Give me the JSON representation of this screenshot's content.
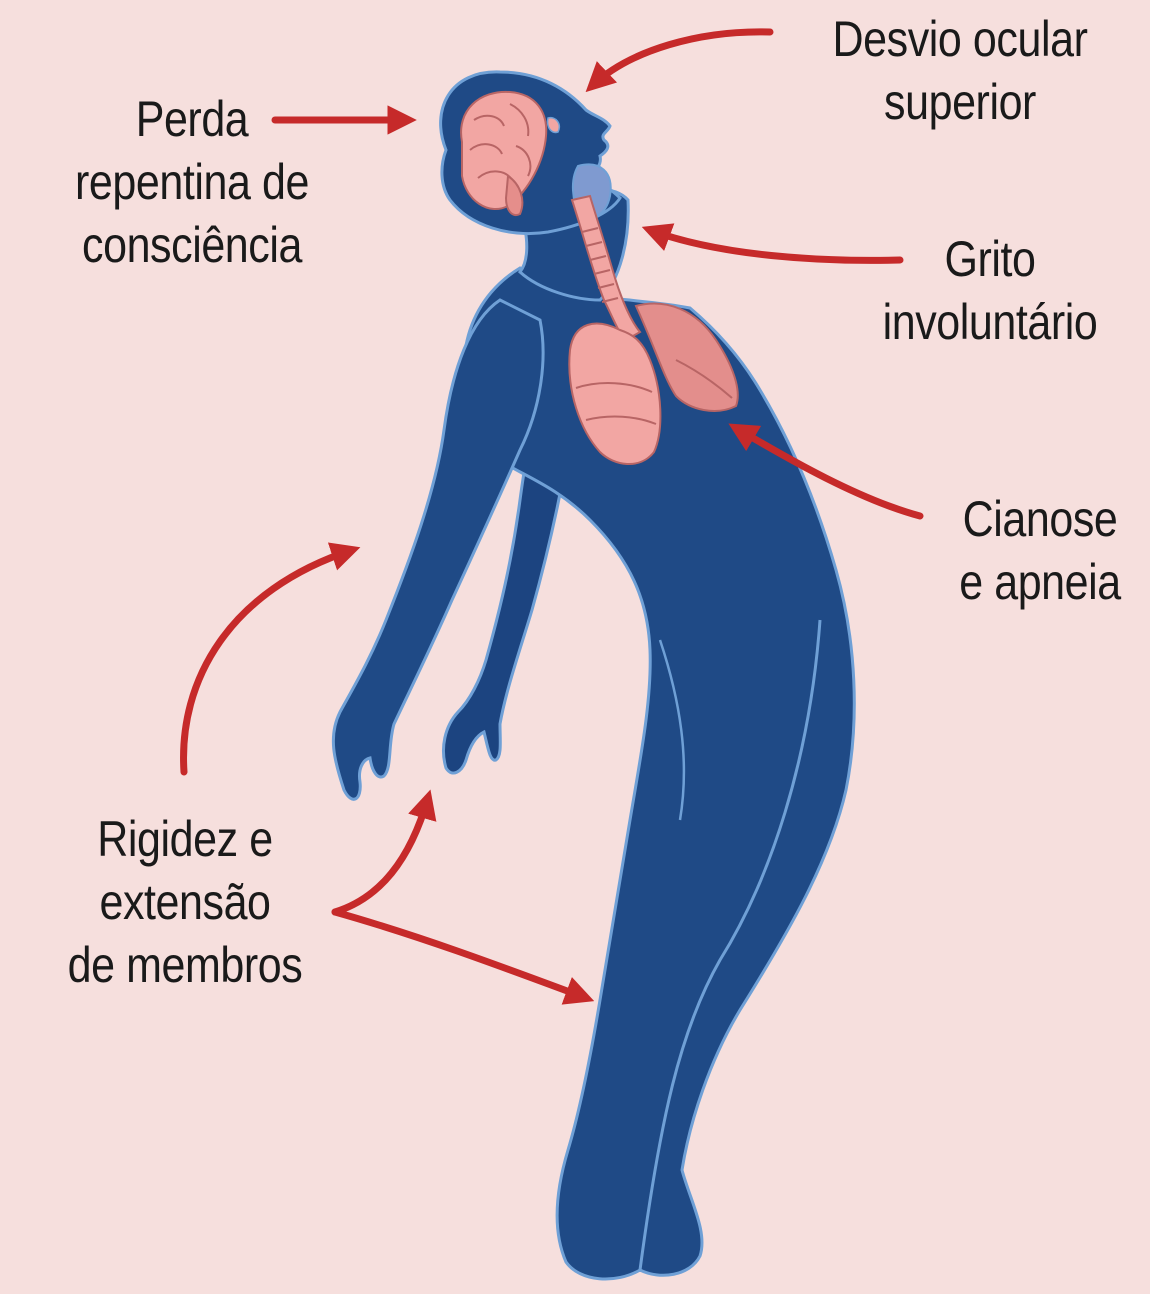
{
  "labels": {
    "perda": [
      "Perda",
      "repentina de",
      "consciência"
    ],
    "desvio": [
      "Desvio ocular",
      "superior"
    ],
    "grito": [
      "Grito",
      "involuntário"
    ],
    "cianose": [
      "Cianose",
      "e apneia"
    ],
    "rigidez": [
      "Rigidez e",
      "extensão",
      "de membros"
    ]
  },
  "colors": {
    "background": "#f6dfdd",
    "body": "#1f4a86",
    "body_outline": "#6fa0d6",
    "organ": "#f2a6a3",
    "arrow": "#c62a2a"
  }
}
